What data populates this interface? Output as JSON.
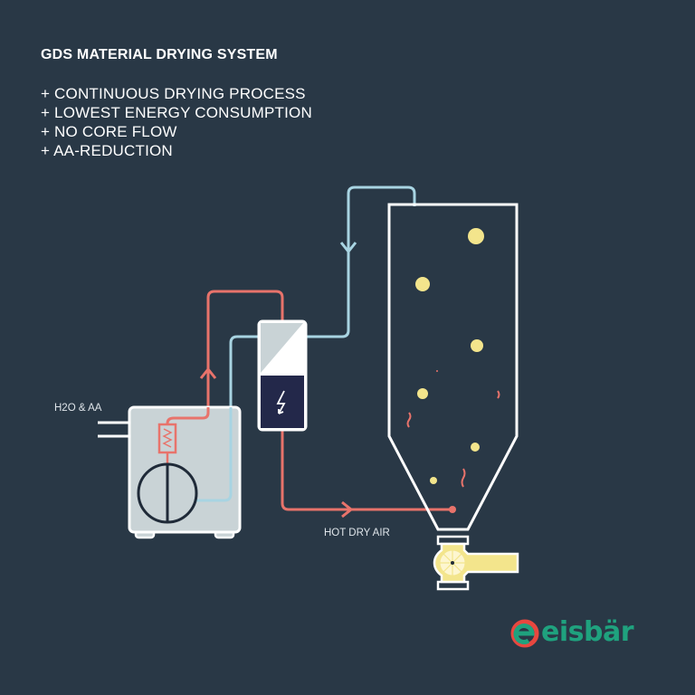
{
  "title": "GDS MATERIAL DRYING SYSTEM",
  "features": [
    "+ CONTINUOUS DRYING PROCESS",
    "+ LOWEST ENERGY CONSUMPTION",
    "+ NO CORE FLOW",
    "+ AA-REDUCTION"
  ],
  "labels": {
    "exhaust": "H2O & AA",
    "hot_air": "HOT DRY AIR"
  },
  "logo": {
    "text": "eisbär"
  },
  "colors": {
    "background": "#293846",
    "hot_line": "#e8736b",
    "cold_line": "#a8d4e2",
    "granule": "#f3e58c",
    "logo_green": "#1fa27e",
    "logo_red": "#e8473f"
  }
}
